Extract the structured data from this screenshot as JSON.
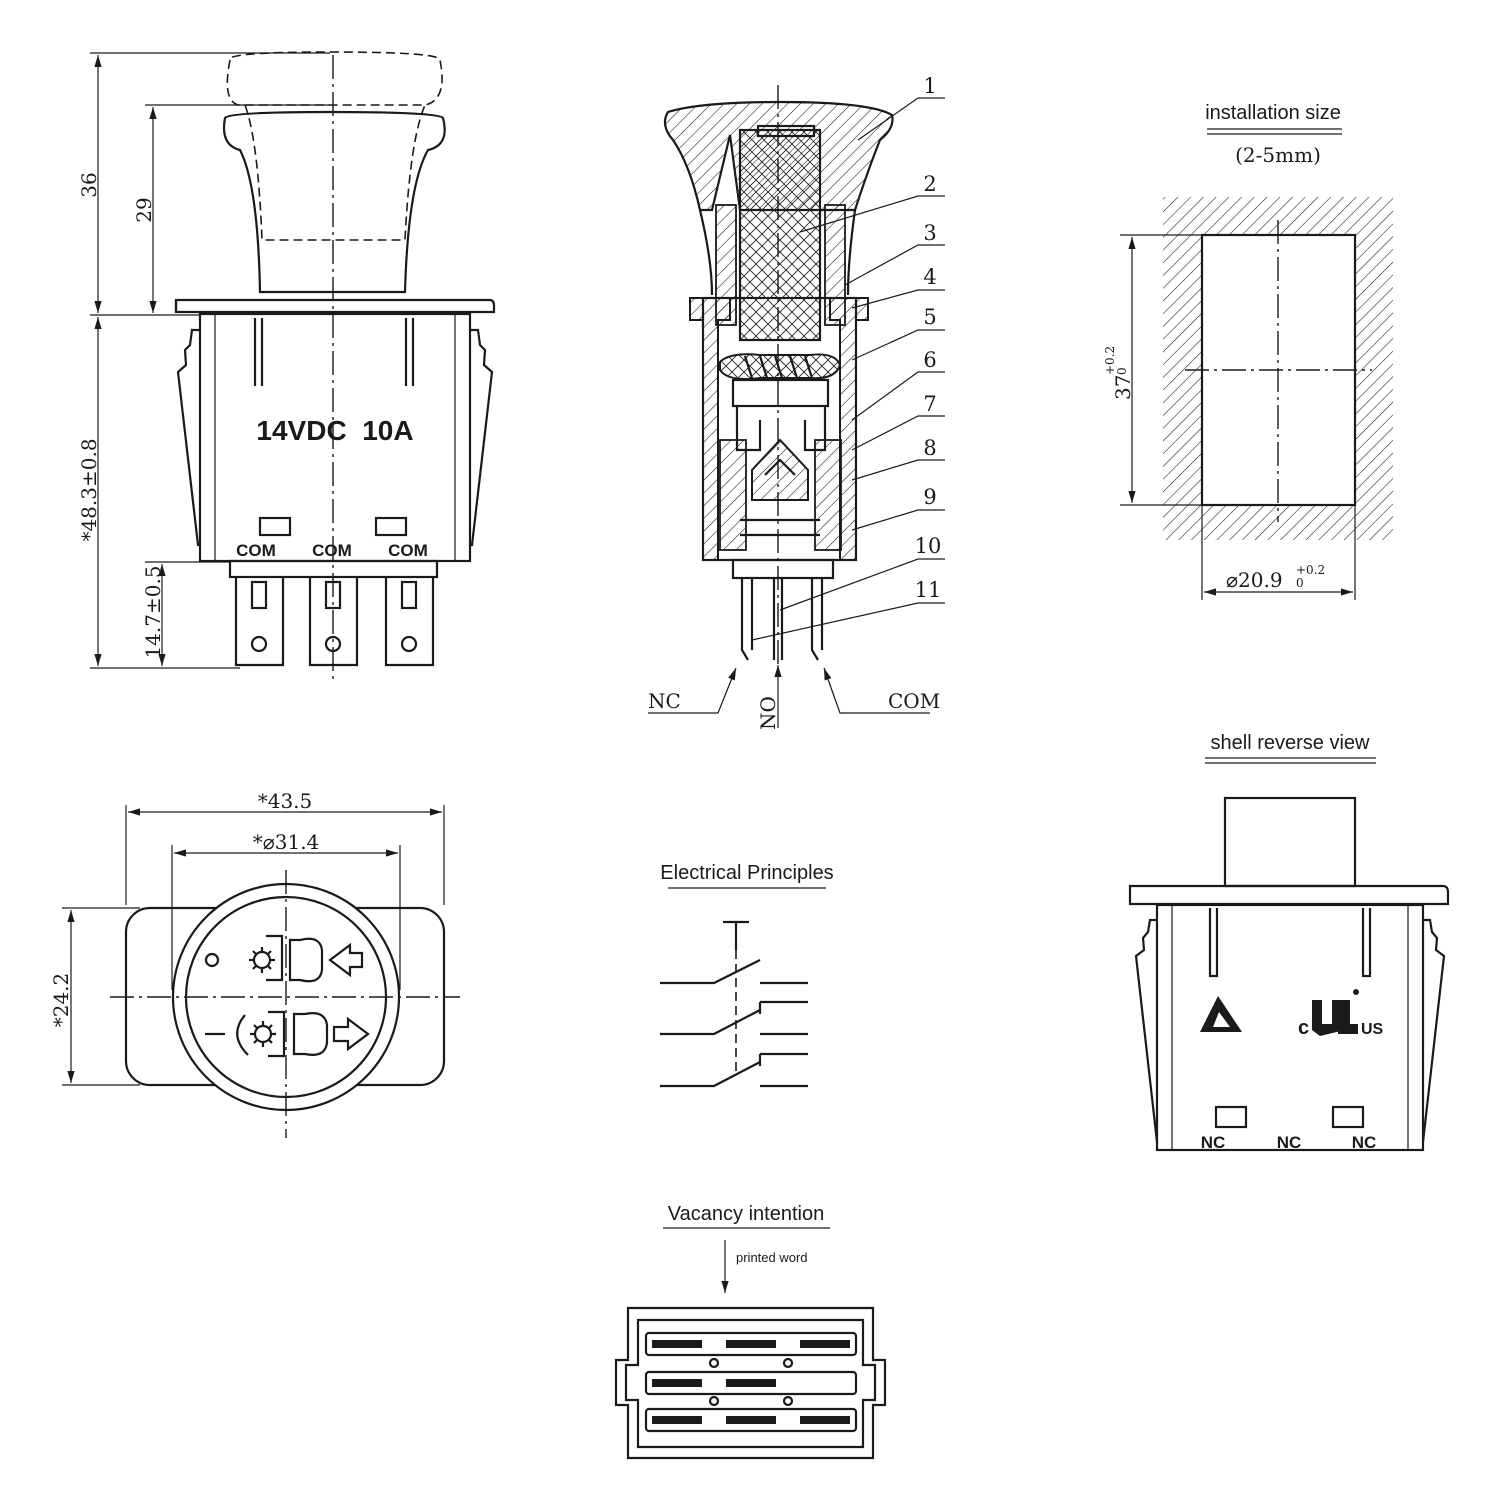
{
  "front_view": {
    "dim_total_height": "36",
    "dim_button_height": "29",
    "dim_body_height": "*48.3±0.8",
    "dim_terminal_height": "14.7±0.5",
    "rating": "14VDC  10A",
    "terminal_labels": [
      "COM",
      "COM",
      "COM"
    ]
  },
  "section_view": {
    "part_numbers": [
      "1",
      "2",
      "3",
      "4",
      "5",
      "6",
      "7",
      "8",
      "9",
      "10",
      "11"
    ],
    "pin_labels": {
      "nc": "NC",
      "no": "NO",
      "com": "COM"
    }
  },
  "installation": {
    "title": "installation size",
    "thickness": "(2-5mm)",
    "height_dim": "37",
    "height_tol_upper": "+0.2",
    "height_tol_lower": "0",
    "width_dim": "⌀20.9",
    "width_tol_upper": "+0.2",
    "width_tol_lower": "0"
  },
  "top_view": {
    "dim_width": "*43.5",
    "dim_diameter": "*⌀31.4",
    "dim_height": "*24.2"
  },
  "electrical": {
    "title": "Electrical Principles"
  },
  "shell_reverse": {
    "title": "shell reverse view",
    "terminal_labels": [
      "NC",
      "NC",
      "NC"
    ],
    "cert_c": "c",
    "cert_us": "US"
  },
  "vacancy": {
    "title": "Vacancy intention",
    "note": "printed word"
  }
}
